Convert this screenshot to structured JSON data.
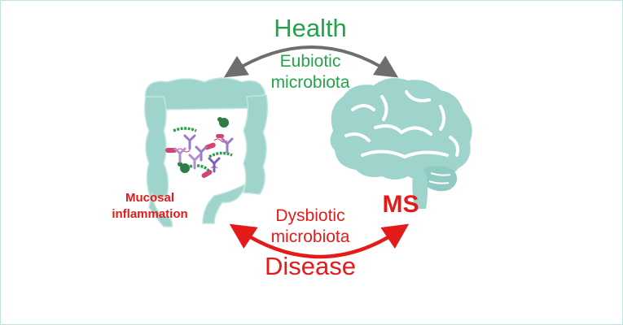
{
  "labels": {
    "health": "Health",
    "eubiotic_line1": "Eubiotic",
    "eubiotic_line2": "microbiota",
    "dysbiotic_line1": "Dysbiotic",
    "dysbiotic_line2": "microbiota",
    "disease": "Disease",
    "ms": "MS",
    "mucosal_line1": "Mucosal",
    "mucosal_line2": "inflammation"
  },
  "colors": {
    "health_green": "#22a44a",
    "disease_red": "#e31b1b",
    "organ_teal": "#9fd4cc",
    "arrow_grey": "#6e6e6e"
  },
  "icons": [
    "intestine-icon",
    "brain-icon",
    "bacteria-icon",
    "antibody-icon"
  ]
}
